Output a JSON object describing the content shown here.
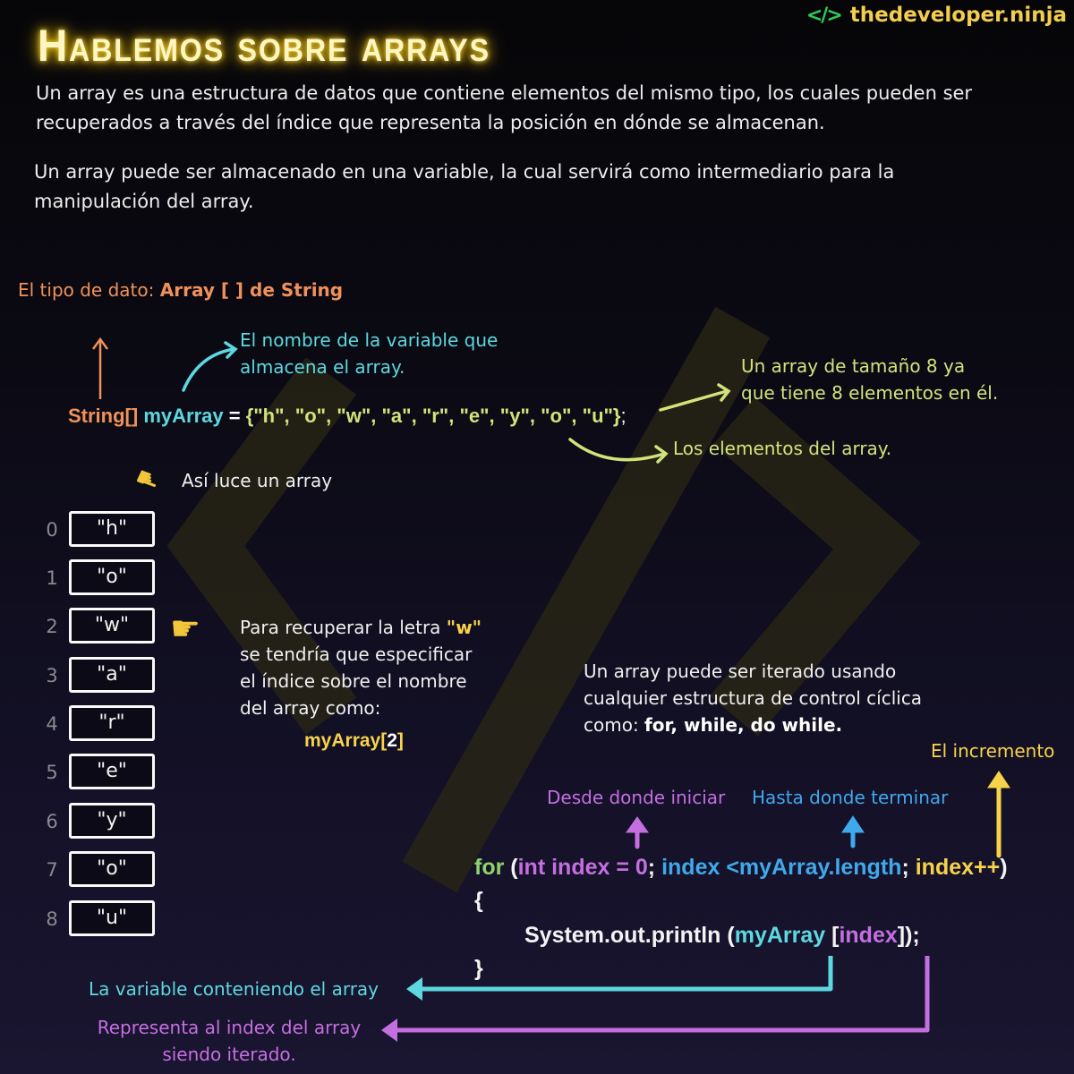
{
  "header": {
    "title": "Hablemos sobre arrays",
    "brand_icon": "</>",
    "brand": "thedeveloper.ninja"
  },
  "intro": {
    "p1_line1": "Un array es una estructura de datos que contiene elementos del mismo tipo, los cuales pueden ser",
    "p1_line2": "recuperados a través del índice que representa la posición en dónde se almacenan.",
    "p2_line1": "Un array puede ser almacenado en una variable, la cual servirá como intermediario para la",
    "p2_line2": "manipulación del array."
  },
  "declaration": {
    "type_label_prefix": "El tipo de dato: ",
    "type_label_value": "Array [ ] de String",
    "name_label_line1": "El nombre de la variable que",
    "name_label_line2": "almacena el array.",
    "size_label_line1": "Un array de tamaño 8 ya",
    "size_label_line2": "que tiene 8 elementos en él.",
    "elements_label": "Los elementos del array.",
    "code_type": "String[]",
    "code_name": "myArray",
    "code_eq": " = ",
    "code_values": "{\"h\", \"o\", \"w\", \"a\", \"r\", \"e\", \"y\", \"o\", \"u\"}",
    "code_semicolon": ";"
  },
  "visual": {
    "caption": "Así luce un array",
    "cells": [
      {
        "index": "0",
        "value": "\"h\""
      },
      {
        "index": "1",
        "value": "\"o\""
      },
      {
        "index": "2",
        "value": "\"w\""
      },
      {
        "index": "3",
        "value": "\"a\""
      },
      {
        "index": "4",
        "value": "\"r\""
      },
      {
        "index": "5",
        "value": "\"e\""
      },
      {
        "index": "6",
        "value": "\"y\""
      },
      {
        "index": "7",
        "value": "\"o\""
      },
      {
        "index": "8",
        "value": "\"u\""
      }
    ],
    "retrieve_line1_prefix": "Para recuperar la letra ",
    "retrieve_letter": "\"w\"",
    "retrieve_line2": "se tendría que especificar",
    "retrieve_line3": "el índice sobre el nombre",
    "retrieve_line4": "del array como:",
    "retrieve_code_name": "myArray[",
    "retrieve_code_index": "2",
    "retrieve_code_close": "]"
  },
  "iteration": {
    "intro_line1": "Un array puede ser iterado usando",
    "intro_line2": "cualquier estructura de control cíclica",
    "intro_line3_prefix": "como:  ",
    "intro_line3_bold": "for, while, do while.",
    "label_start": "Desde donde iniciar",
    "label_end": "Hasta donde terminar",
    "label_increment": "El incremento",
    "code": {
      "kw_for": "for",
      "paren_open": " (",
      "init": "int index = 0",
      "sep1": "; ",
      "cond": "index <myArray.length",
      "sep2": "; ",
      "incr": "index++",
      "paren_close": ")",
      "brace_open": "{",
      "print_prefix": "System.out.println (",
      "print_var": "myArray",
      "print_bracket_open": " [",
      "print_index": "index",
      "print_suffix": "]);",
      "brace_close": "}"
    },
    "label_variable": "La variable conteniendo el array",
    "label_index_line1": "Representa al index del array",
    "label_index_line2": "siendo iterado."
  },
  "colors": {
    "title_glow": "#f7d63a",
    "type_orange": "#f0915a",
    "name_cyan": "#5dd8e0",
    "values_lime": "#d2e37a",
    "accent_yellow": "#f7d34a",
    "init_purple": "#c46fe0",
    "cond_blue": "#3fa9ec",
    "for_green": "#8fd46a",
    "brand_green": "#2ecc52"
  }
}
